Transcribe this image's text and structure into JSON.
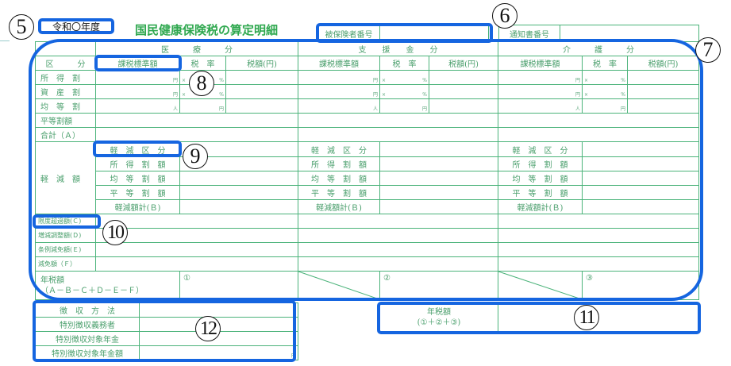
{
  "header": {
    "fiscal_year": "令和〇年度",
    "title": "国民健康保険税の算定明細",
    "insured_number_label": "被保険者番号",
    "insured_number_value": "",
    "notice_number_label": "通知書番号",
    "notice_number_value": ""
  },
  "table": {
    "category_label": "区　　　分",
    "sections": [
      "医　　　療　　　分",
      "支　　援　　金　　分",
      "介　　　護　　　分"
    ],
    "column_headers": [
      "課税標準額",
      "税　率",
      "税額(円)"
    ],
    "rows": [
      "所　得　割",
      "資　産　割",
      "均　等　割",
      "平等割額",
      "合計（Ａ）"
    ],
    "units": [
      [
        "円",
        "×",
        "%"
      ],
      [
        "円",
        "×",
        "%"
      ],
      [
        "人",
        "",
        "円"
      ]
    ],
    "reduction_label": "軽　減　額",
    "reduction_rows": [
      "軽　減　区　分",
      "所　得　割　額",
      "均　等　割　額",
      "平　等　割　額",
      "軽減額計(Ｂ)"
    ],
    "adjust_rows": [
      "限度超過額(Ｃ)",
      "増減調整額(Ｄ)",
      "条例減免額(Ｅ)",
      "減免額（Ｆ）"
    ],
    "annual_tax_label": "年税額",
    "annual_tax_formula": "（Ａ－Ｂ－Ｃ＋Ｄ－Ｅ－Ｆ）",
    "subtotal_marks": [
      "①",
      "②",
      "③"
    ]
  },
  "total": {
    "label": "年税額",
    "formula": "(①＋②＋③)",
    "value": ""
  },
  "collection": {
    "rows": [
      "徴　収　方　法",
      "特別徴収義務者",
      "特別徴収対象年金",
      "特別徴収対象年金額"
    ],
    "unit": "円"
  },
  "annotations": [
    "5",
    "6",
    "7",
    "8",
    "9",
    "10",
    "11",
    "12"
  ],
  "colors": {
    "form_line": "#4bb37a",
    "form_text": "#4a9f6c",
    "title": "#2fa84f",
    "annotation": "#1565e0"
  }
}
